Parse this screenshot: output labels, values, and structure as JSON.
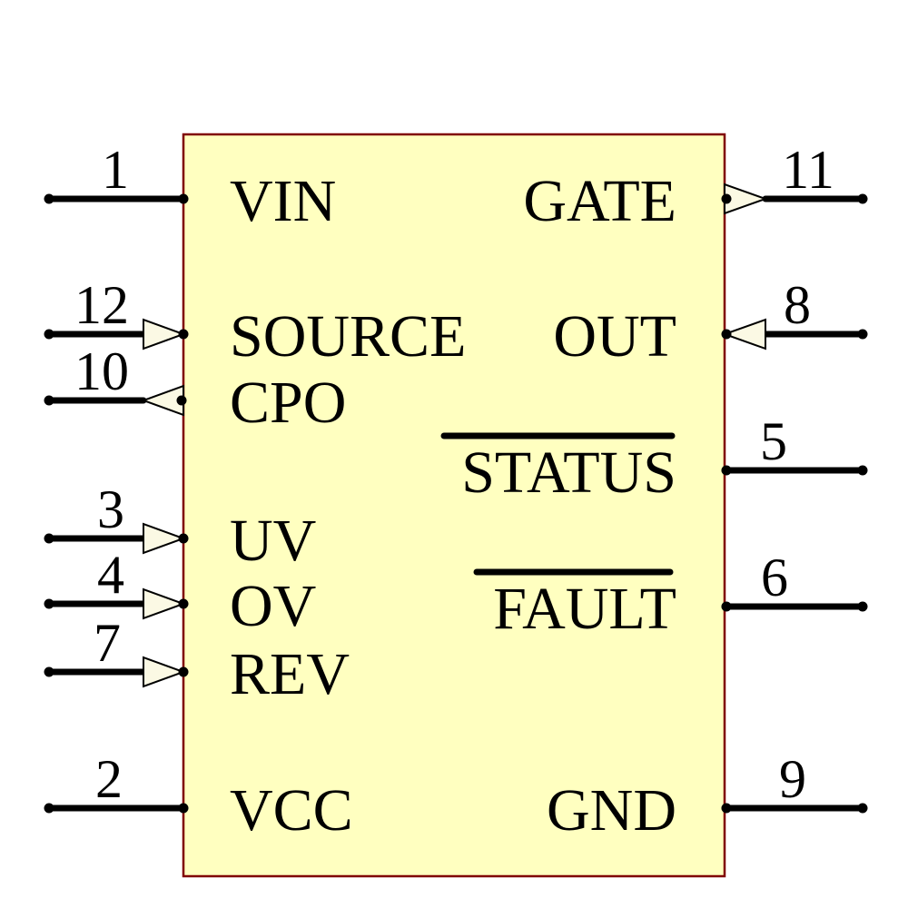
{
  "colors": {
    "background": "#FFFFFF",
    "body_fill": "#FFFFC0",
    "body_border": "#800000",
    "pin_color": "#000000",
    "arrow_fill": "#FBF9E4"
  },
  "pins": {
    "left": [
      {
        "number": "1",
        "name": "VIN",
        "arrow": "none",
        "active_low": false
      },
      {
        "number": "12",
        "name": "SOURCE",
        "arrow": "input",
        "active_low": false
      },
      {
        "number": "10",
        "name": "CPO",
        "arrow": "output",
        "active_low": false
      },
      {
        "number": "3",
        "name": "UV",
        "arrow": "input",
        "active_low": false
      },
      {
        "number": "4",
        "name": "OV",
        "arrow": "input",
        "active_low": false
      },
      {
        "number": "7",
        "name": "REV",
        "arrow": "input",
        "active_low": false
      },
      {
        "number": "2",
        "name": "VCC",
        "arrow": "none",
        "active_low": false
      }
    ],
    "right": [
      {
        "number": "11",
        "name": "GATE",
        "arrow": "output",
        "active_low": false
      },
      {
        "number": "8",
        "name": "OUT",
        "arrow": "input",
        "active_low": false
      },
      {
        "number": "5",
        "name": "STATUS",
        "arrow": "none",
        "active_low": true
      },
      {
        "number": "6",
        "name": "FAULT",
        "arrow": "none",
        "active_low": true
      },
      {
        "number": "9",
        "name": "GND",
        "arrow": "none",
        "active_low": false
      }
    ]
  }
}
